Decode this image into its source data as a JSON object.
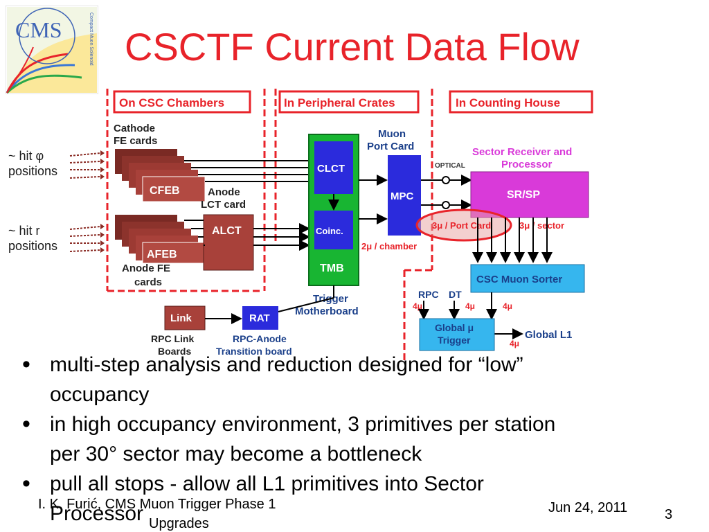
{
  "logo": {
    "text": "CMS",
    "sub": "Compact Muon Solenoid"
  },
  "title": "CSCTF Current Data Flow",
  "diagram": {
    "regions": [
      "On CSC Chambers",
      "In Peripheral Crates",
      "In Counting House"
    ],
    "cathode_fe": "Cathode",
    "cathode_fe2": "FE cards",
    "cfeb": "CFEB",
    "anode_lct1": "Anode",
    "anode_lct2": "LCT card",
    "alct": "ALCT",
    "afeb": "AFEB",
    "anode_fe1": "Anode FE",
    "anode_fe2": "cards",
    "clct": "CLCT",
    "coinc": "Coinc.",
    "tmb": "TMB",
    "trigger_mb1": "Trigger",
    "trigger_mb2": "Motherboard",
    "muon_port1": "Muon",
    "muon_port2": "Port Card",
    "mpc": "MPC",
    "optical": "OPTICAL",
    "srsp_title1": "Sector Receiver and",
    "srsp_title2": "Processor",
    "srsp": "SR/SP",
    "port_card_label": "3μ  / Port Card",
    "sector_label": "3μ  / sector",
    "chamber_label": "2μ  / chamber",
    "sorter": "CSC Muon Sorter",
    "rpc": "RPC",
    "dt": "DT",
    "four_mu": "4μ",
    "global_trigger1": "Global μ",
    "global_trigger2": "Trigger",
    "global_l1": "Global L1",
    "link": "Link",
    "rpc_link1": "RPC Link",
    "rpc_link2": "Boards",
    "rat": "RAT",
    "rpc_anode1": "RPC-Anode",
    "rpc_anode2": "Transition board"
  },
  "side_labels": {
    "hit_phi": "~ hit φ",
    "hit_phi2": "positions",
    "hit_r": "~ hit r",
    "hit_r2": "positions"
  },
  "bullets": [
    {
      "line1": "multi-step analysis and reduction designed for “low”",
      "line2": "occupancy"
    },
    {
      "line1": "in high occupancy environment, 3 primitives per station",
      "line2": "per 30° sector may become a bottleneck"
    },
    {
      "line1": "pull all stops - allow all L1 primitives into Sector",
      "line2": "Processor"
    }
  ],
  "footer": {
    "author": "I. K. Furić,  CMS Muon Trigger Phase 1",
    "author2": "Upgrades",
    "date": "Jun 24, 2011",
    "page": "3"
  },
  "colors": {
    "title": "#e8232a",
    "region": "#e8232a",
    "tmb": "#18b532",
    "clct": "#2b2bdc",
    "srsp": "#d93ad9",
    "sorter": "#36b6ee",
    "board": "#a8413a"
  }
}
